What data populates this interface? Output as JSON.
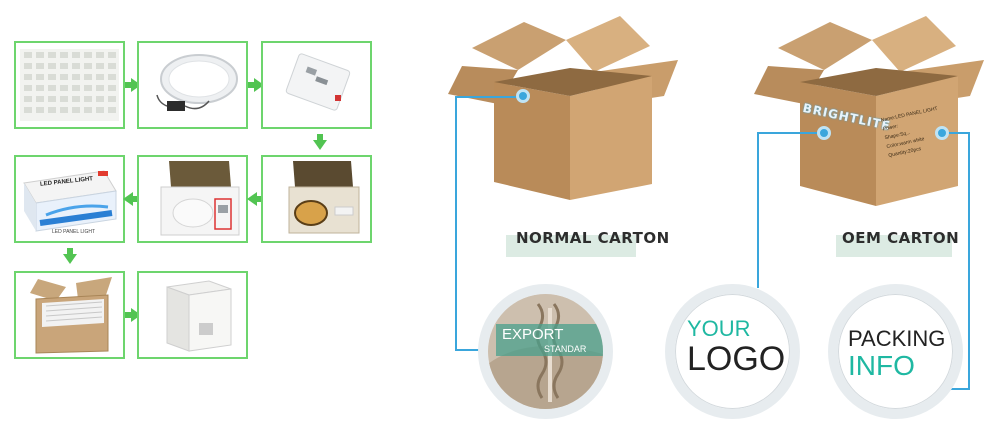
{
  "process": {
    "steps": [
      {
        "name": "panel-grid"
      },
      {
        "name": "round-panel-with-driver"
      },
      {
        "name": "accessory-bag"
      },
      {
        "name": "packed-carton-open"
      },
      {
        "name": "panel-in-box-with-driver"
      },
      {
        "name": "color-box"
      },
      {
        "name": "master-carton-open"
      },
      {
        "name": "sealed-carton"
      }
    ],
    "color_box_label": "LED PANEL LIGHT",
    "color_box_label_bottom": "LED PANEL LIGHT"
  },
  "normal": {
    "label": "NORMAL CARTON",
    "circle_text_1": "EXPORT",
    "circle_text_2": "STANDAR"
  },
  "oem": {
    "label": "OEM CARTON",
    "brand": "BRIGHTLITE",
    "printed_lines": [
      "Name:LED PANEL LIGHT",
      "Power:",
      "Shape:Sq...",
      "Color:warm white",
      "Quantity:20pcs"
    ],
    "logo_line1": "YOUR",
    "logo_line2": "LOGO",
    "packing_line1": "PACKING",
    "packing_line2": "INFO"
  },
  "colors": {
    "accent_green": "#6dd56d",
    "connector_blue": "#3aa6dc",
    "teal_text": "#1fb8a2"
  }
}
